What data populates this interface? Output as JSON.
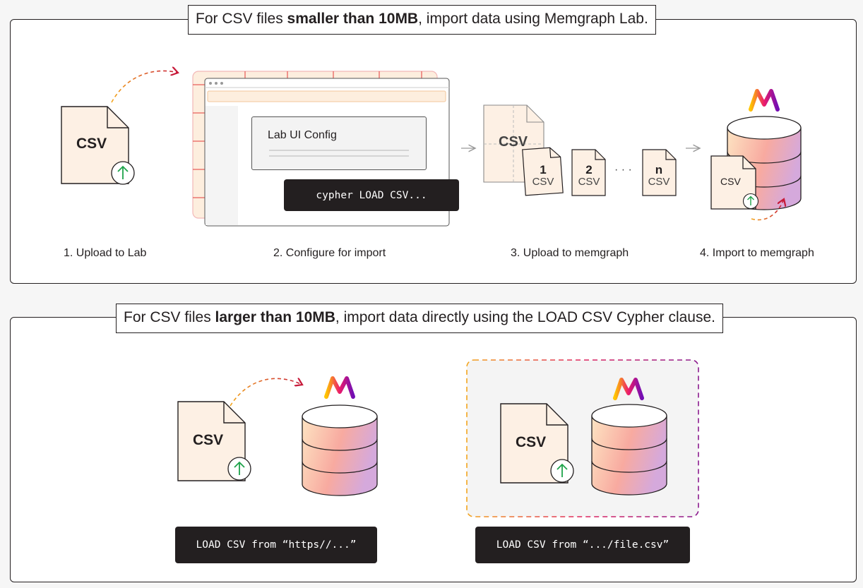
{
  "top": {
    "title_pre": "For CSV files ",
    "title_bold": "smaller than 10MB",
    "title_post": ", import data using Memgraph Lab.",
    "csv_label": "CSV",
    "window_card_label": "Lab UI Config",
    "code": "cypher LOAD CSV...",
    "chunks": [
      {
        "num": "1",
        "label": "CSV"
      },
      {
        "num": "2",
        "label": "CSV"
      },
      {
        "num": "n",
        "label": "CSV"
      }
    ],
    "ellipsis": "· · ·",
    "steps": [
      "1. Upload to Lab",
      "2. Configure for import",
      "3. Upload to memgraph",
      "4. Import to memgraph"
    ]
  },
  "bottom": {
    "title_pre": "For CSV files ",
    "title_bold": "larger than 10MB",
    "title_post": ", import data directly using the LOAD CSV Cypher clause.",
    "csv_label": "CSV",
    "code_left": "LOAD CSV from “https//...”",
    "code_right": "LOAD CSV from “.../file.csv”"
  },
  "colors": {
    "upload_green": "#1ea34a",
    "arrow_orange": "#f3a51c",
    "arrow_red": "#c71a3a",
    "db_gradient": [
      "#fde4c2",
      "#f9a7a0",
      "#d9a8d8"
    ],
    "logo_gradient": [
      "#ffc500",
      "#eb1b6c",
      "#720eb4"
    ]
  },
  "icons": [
    "csv-file-icon",
    "upload-icon",
    "database-icon",
    "memgraph-logo-icon",
    "dashed-arrow-icon",
    "right-arrow-icon"
  ]
}
